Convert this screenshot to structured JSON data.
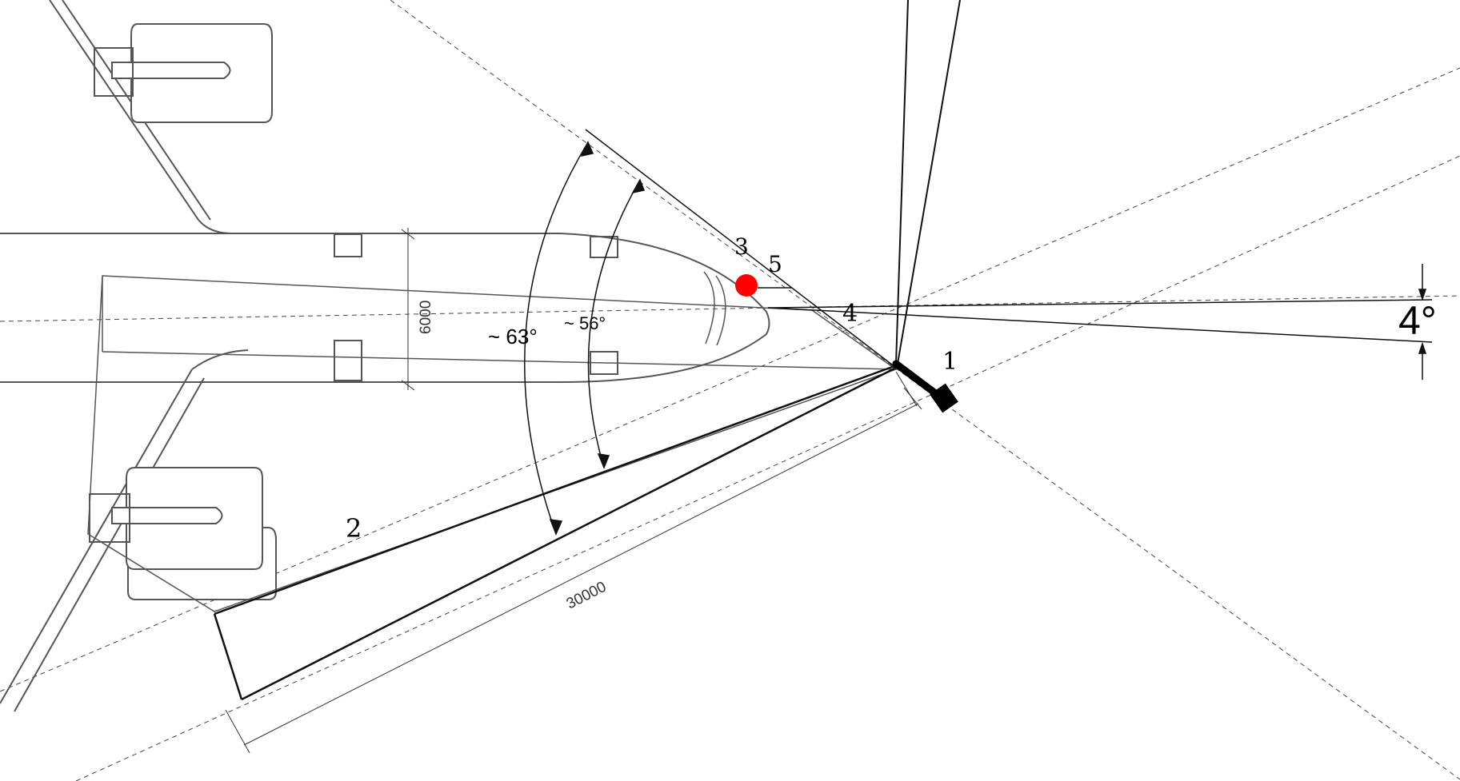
{
  "diagram": {
    "dimensions": {
      "fuselage_width": "6000",
      "boom_length": "30000"
    },
    "angles": {
      "wide": "~ 63°",
      "narrow": "~ 56°",
      "tilt": "4°"
    },
    "markers": {
      "m1": "1",
      "m2": "2",
      "m3": "3",
      "m4": "4",
      "m5": "5"
    },
    "colors": {
      "line": "#222222",
      "guide": "#444444",
      "highlight": "#ff0000",
      "outline": "#555555"
    }
  }
}
